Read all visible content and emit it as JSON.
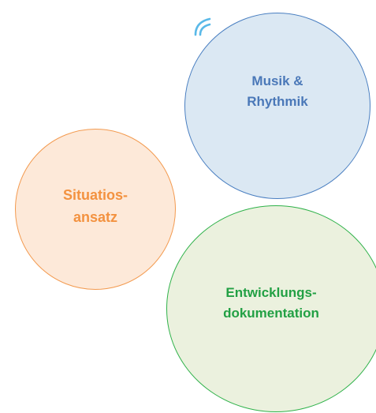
{
  "bubbles": {
    "music": {
      "label": "Musik &\nRhythmik",
      "fill": "#dbe8f3",
      "border": "#4a7fc1",
      "text_color": "#4a78b8"
    },
    "situation": {
      "label": "Situatios-\nansatz",
      "fill": "#fde9d9",
      "border": "#f39a4f",
      "text_color": "#f39240"
    },
    "development": {
      "label": "Entwicklungs-\ndokumentation",
      "fill": "#ebf1de",
      "border": "#2fb24a",
      "text_color": "#22a044"
    }
  },
  "icons": {
    "signal": {
      "name": "wireless-signal-icon",
      "color": "#5ab9e8"
    }
  }
}
